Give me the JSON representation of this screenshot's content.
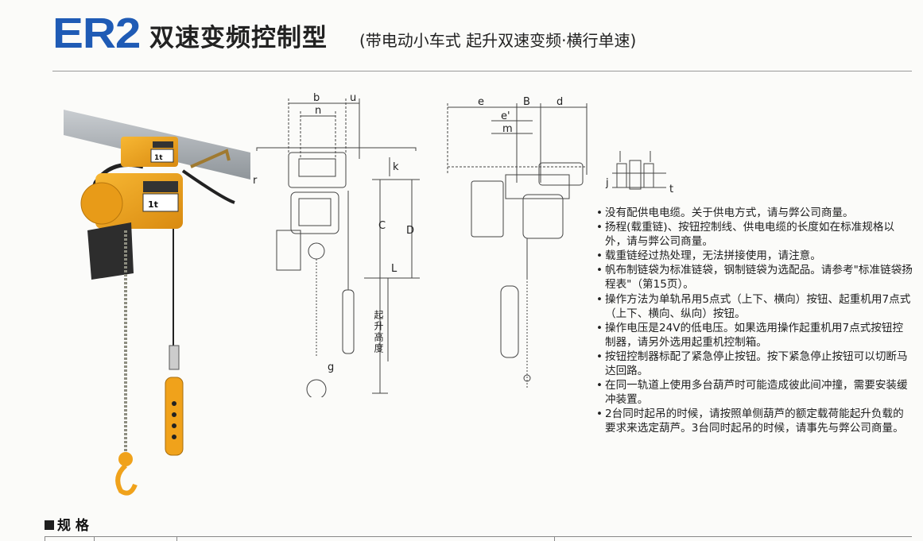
{
  "header": {
    "model": "ER2",
    "title": "双速变频控制型",
    "subtitle": "(带电动小车式 起升双速变频·横行单速)"
  },
  "photo": {
    "plate_capacity": "1t"
  },
  "drawing": {
    "labels": {
      "b": "b",
      "n": "n",
      "u": "u",
      "e": "e",
      "B": "B",
      "d": "d",
      "e_prime": "e'",
      "m": "m",
      "k": "k",
      "r": "r",
      "C": "C",
      "D": "D",
      "L": "L",
      "g": "g",
      "j": "j",
      "t": "t",
      "lift_height": "起升高度"
    }
  },
  "notes": [
    "没有配供电电缆。关于供电方式，请与弊公司商量。",
    "扬程(载重链)、按钮控制线、供电电缆的长度如在标准规格以外，请与弊公司商量。",
    "载重链经过热处理，无法拼接使用，请注意。",
    "帆布制链袋为标准链袋，钢制链袋为选配品。请参考\"标准链袋扬程表\"（第15页）。",
    "操作方法为单轨吊用5点式（上下、横向）按钮、起重机用7点式（上下、横向、纵向）按钮。",
    "操作电压是24V的低电压。如果选用操作起重机用7点式按钮控制器，请另外选用起重机控制箱。",
    "按钮控制器标配了紧急停止按钮。按下紧急停止按钮可以切断马达回路。",
    "在同一轨道上使用多台葫芦时可能造成彼此间冲撞，需要安装缓冲装置。",
    "2台同时起吊的时候，请按照单侧葫芦的额定载荷能起升负载的要求来选定葫芦。3台同时起吊的时候，请事先与弊公司商量。"
  ],
  "notes_bullet": "•",
  "spec": {
    "heading": "规 格"
  },
  "colors": {
    "brand_blue": "#1f5bb5",
    "hoist_orange": "#f0a21b"
  }
}
